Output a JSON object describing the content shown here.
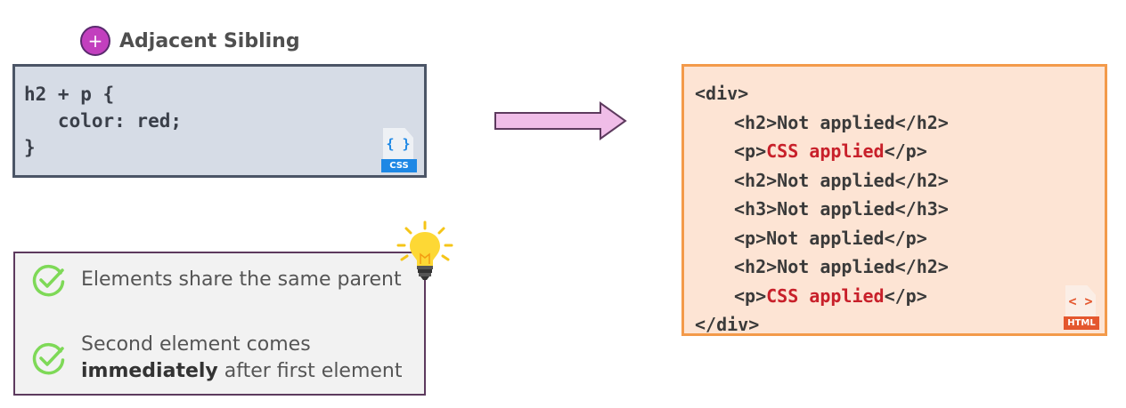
{
  "heading": {
    "badge": "+",
    "title": "Adjacent Sibling"
  },
  "css_box": {
    "lines": [
      "h2 + p {",
      "   color: red;",
      "}"
    ],
    "file_icon": {
      "glyph": "{ }",
      "tag": "CSS"
    }
  },
  "html_box": {
    "lines": [
      {
        "before": "<div>",
        "highlight": "",
        "after": "",
        "indent": false
      },
      {
        "before": "<h2>Not applied</h2>",
        "highlight": "",
        "after": "",
        "indent": true
      },
      {
        "before": "<p>",
        "highlight": "CSS applied",
        "after": "</p>",
        "indent": true
      },
      {
        "before": "<h2>Not applied</h2>",
        "highlight": "",
        "after": "",
        "indent": true
      },
      {
        "before": "<h3>Not applied</h3>",
        "highlight": "",
        "after": "",
        "indent": true
      },
      {
        "before": "<p>Not applied</p>",
        "highlight": "",
        "after": "",
        "indent": true
      },
      {
        "before": "<h2>Not applied</h2>",
        "highlight": "",
        "after": "",
        "indent": true
      },
      {
        "before": "<p>",
        "highlight": "CSS applied",
        "after": "</p>",
        "indent": true
      },
      {
        "before": "</div>",
        "highlight": "",
        "after": "",
        "indent": false
      }
    ],
    "file_icon": {
      "glyph": "< >",
      "tag": "HTML"
    }
  },
  "tips": {
    "items": [
      {
        "text": "Elements share the same parent"
      },
      {
        "text_before": "Second element comes ",
        "bold": "immediately",
        "text_after": " after first element"
      }
    ]
  },
  "colors": {
    "badge": "#c23fbe",
    "css_bg": "#d6dce6",
    "css_border": "#4b5566",
    "html_bg": "#fde4d4",
    "html_border": "#f39a4a",
    "highlight": "#c8202a",
    "arrow_fill": "#f0bde8",
    "check": "#7ed957"
  }
}
